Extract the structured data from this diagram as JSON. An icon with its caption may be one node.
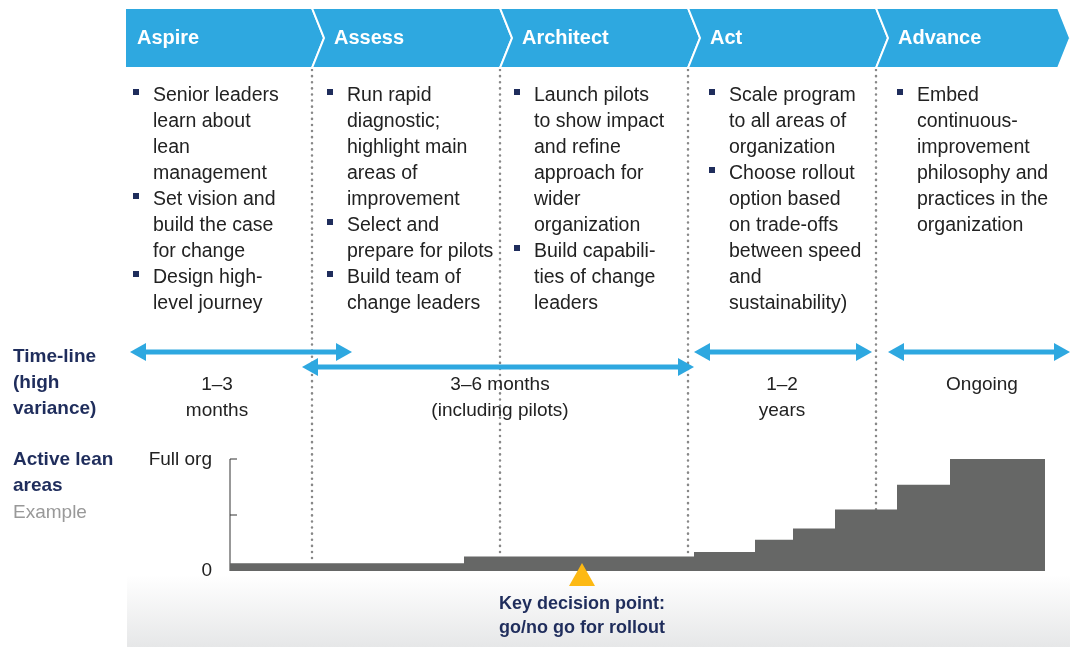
{
  "diagram": {
    "nodes": [
      {
        "text": [
          "Aspire"
        ]
      },
      {
        "text": [
          "Assess"
        ]
      },
      {
        "text": [
          "Architect"
        ]
      },
      {
        "text": [
          "Act"
        ]
      },
      {
        "text": [
          "Advance"
        ]
      }
    ],
    "labels": [
      "Senior leaders learn about lean management",
      "Set vision and build the case for change",
      "Design high-level journey",
      "Run rapid diagnostic; highlight main areas of improvement",
      "Select and prepare for pilots",
      "Build team of change leaders",
      "Launch pilots to show impact and refine approach for wider organization",
      "Build capabili-ties of change leaders",
      "Scale program to all areas of organization",
      "Choose rollout option based on trade-offs between speed and sustainability)",
      "Embed continuous-improvement philosophy and practices in the organization",
      "Time-line (high variance)",
      "1–3 months",
      "3–6 months (including pilots)",
      "1–2 years",
      "Ongoing",
      "Active lean areas",
      "Full org",
      "Example",
      "0",
      "Key decision point: go/no go for rollout"
    ]
  }
}
